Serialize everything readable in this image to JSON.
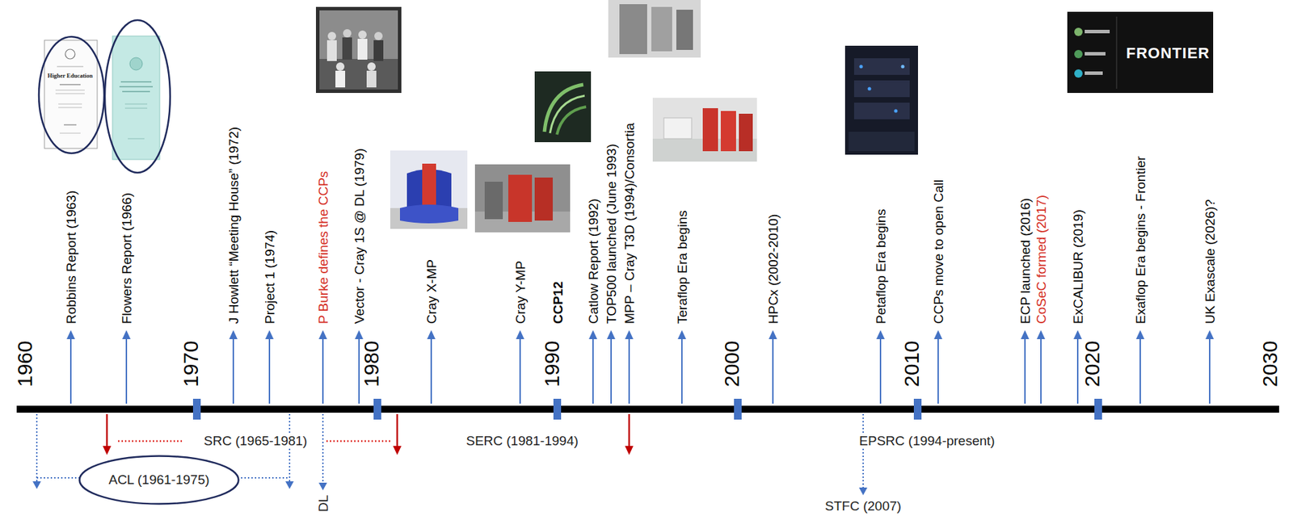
{
  "diagram": {
    "nodes": [
      {
        "text": [
          "ACL (1961-1975)"
        ]
      }
    ],
    "labels": [
      "Robbins Report (1963)",
      "Flowers Report (1966)",
      "J Howlett “Meeting House” (1972)",
      "Project 1 (1974)",
      "P Burke defines the CCPs",
      "Vector - Cray 1S @ DL (1979)",
      "Cray X-MP",
      "Cray Y-MP",
      "CCP12",
      "Catlow Report (1992)",
      "TOP500 launched (June 1993)",
      "MPP – Cray T3D (1994)/Consortia",
      "Teraflop Era begins",
      "HPCx (2002-2010)",
      "Petaflop Era begins",
      "CCPs move to open Call",
      "ECP launched (2016)",
      "CoSeC formed (2017)",
      "ExCALIBUR (2019)",
      "Exaflop Era begins - Frontier",
      "UK Exascale (2026)?",
      "1960",
      "1970",
      "1980",
      "1990",
      "2000",
      "2010",
      "2020",
      "2030",
      "SRC (1965-1981)",
      "SERC (1981-1994)",
      "EPSRC (1994-present)",
      "DL",
      "STFC (2007)",
      "Higher Education",
      "FRONTIER"
    ]
  }
}
